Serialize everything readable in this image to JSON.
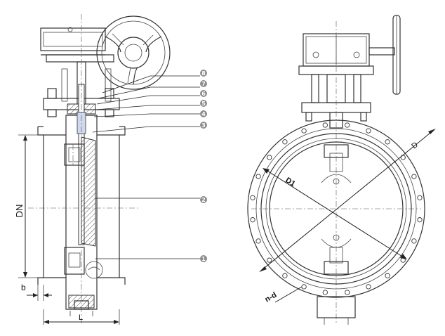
{
  "dimensions": {
    "dn": "DN",
    "b": "b",
    "l": "L",
    "d_outer": "D",
    "d1": "D1",
    "n_d": "n-d"
  },
  "callouts": [
    "1",
    "2",
    "3",
    "4",
    "5",
    "6",
    "7",
    "8"
  ]
}
